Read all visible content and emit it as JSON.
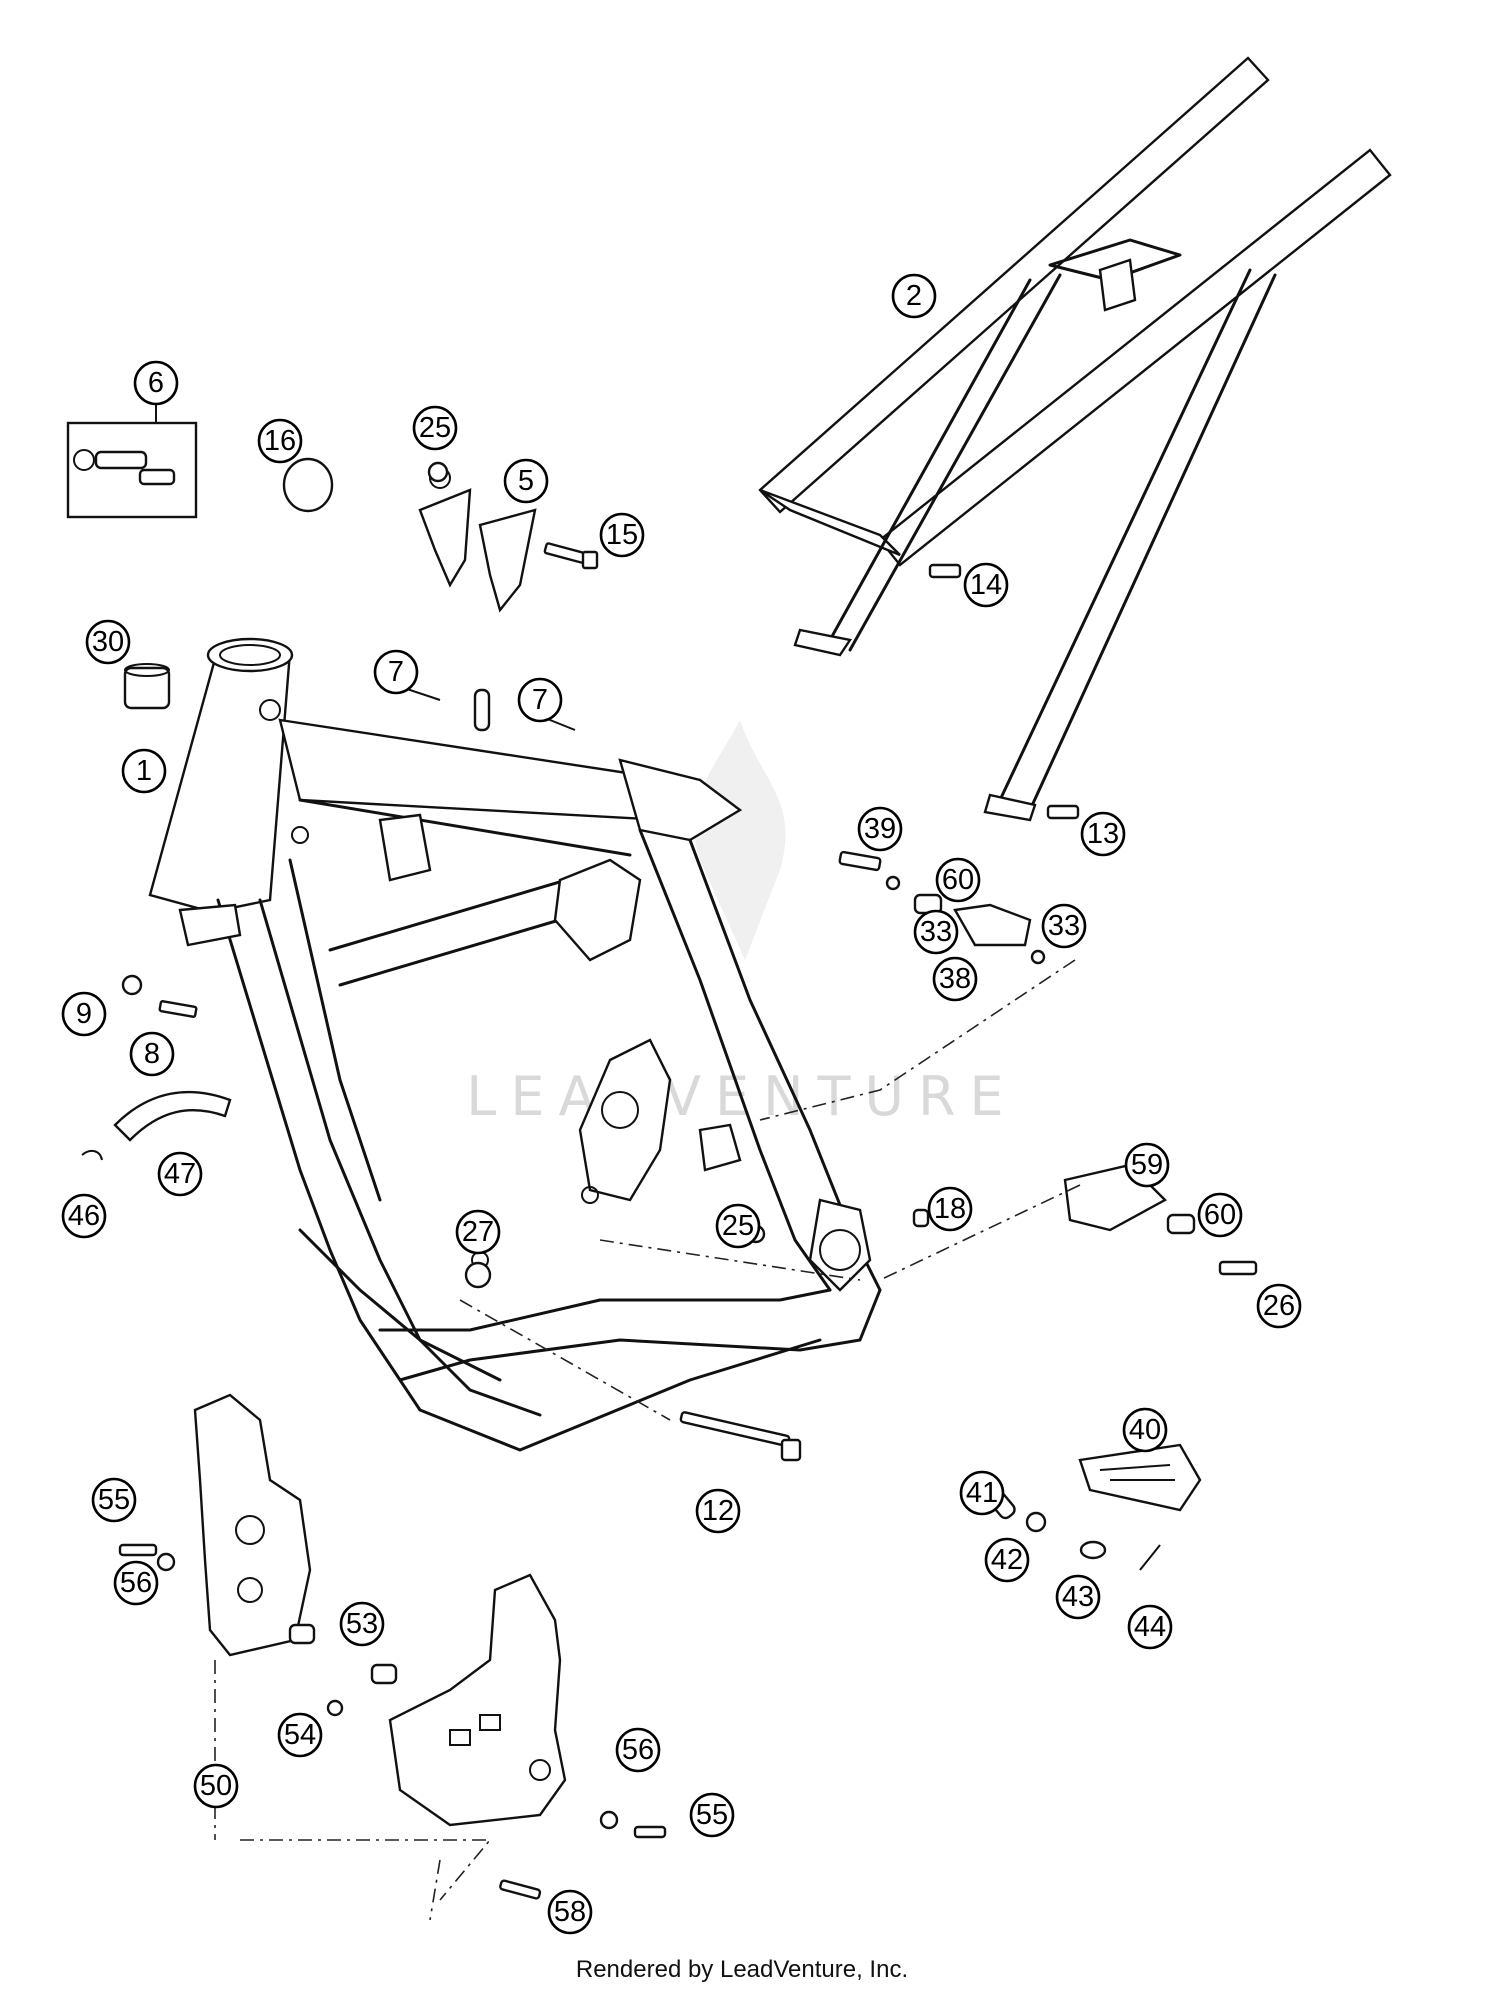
{
  "watermark": "LEADVENTURE",
  "footer": "Rendered by LeadVenture, Inc.",
  "callouts": [
    {
      "label": "1"
    },
    {
      "label": "2"
    },
    {
      "label": "5"
    },
    {
      "label": "6"
    },
    {
      "label": "7"
    },
    {
      "label": "7"
    },
    {
      "label": "8"
    },
    {
      "label": "9"
    },
    {
      "label": "12"
    },
    {
      "label": "13"
    },
    {
      "label": "14"
    },
    {
      "label": "15"
    },
    {
      "label": "16"
    },
    {
      "label": "18"
    },
    {
      "label": "25"
    },
    {
      "label": "25"
    },
    {
      "label": "26"
    },
    {
      "label": "27"
    },
    {
      "label": "30"
    },
    {
      "label": "33"
    },
    {
      "label": "33"
    },
    {
      "label": "38"
    },
    {
      "label": "39"
    },
    {
      "label": "40"
    },
    {
      "label": "41"
    },
    {
      "label": "42"
    },
    {
      "label": "43"
    },
    {
      "label": "44"
    },
    {
      "label": "46"
    },
    {
      "label": "47"
    },
    {
      "label": "50"
    },
    {
      "label": "53"
    },
    {
      "label": "54"
    },
    {
      "label": "55"
    },
    {
      "label": "55"
    },
    {
      "label": "56"
    },
    {
      "label": "56"
    },
    {
      "label": "58"
    },
    {
      "label": "59"
    },
    {
      "label": "60"
    },
    {
      "label": "60"
    }
  ]
}
